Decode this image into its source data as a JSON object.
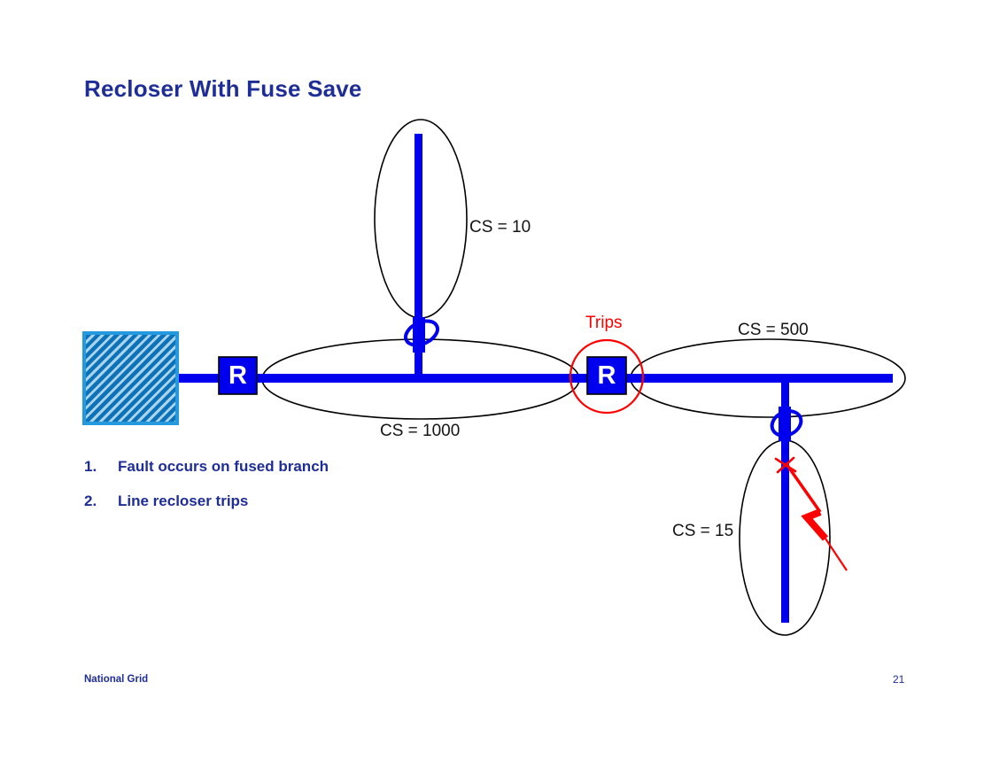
{
  "slide": {
    "title": "Recloser With Fuse Save",
    "steps": [
      {
        "num": "1.",
        "text": "Fault occurs on fused branch"
      },
      {
        "num": "2.",
        "text": "Line recloser trips"
      }
    ],
    "footer": {
      "brand": "National Grid",
      "page_number": "21"
    }
  },
  "diagram": {
    "reclosers": [
      {
        "label": "R"
      },
      {
        "label": "R"
      }
    ],
    "annotations": {
      "trips": "Trips",
      "cs_top_branch": "CS = 10",
      "cs_main_feeder": "CS = 1000",
      "cs_right_feeder": "CS = 500",
      "cs_bottom_branch": "CS = 15"
    },
    "colors": {
      "feeder_blue": "#0000EE",
      "title_navy": "#1F2D96",
      "alert_red": "#FF0000",
      "label_black": "#141414",
      "ellipse_outline": "#000000",
      "substation_fill": "#0D72B8",
      "substation_stripe": "#A9D4EC",
      "substation_border": "#2499DE"
    }
  }
}
